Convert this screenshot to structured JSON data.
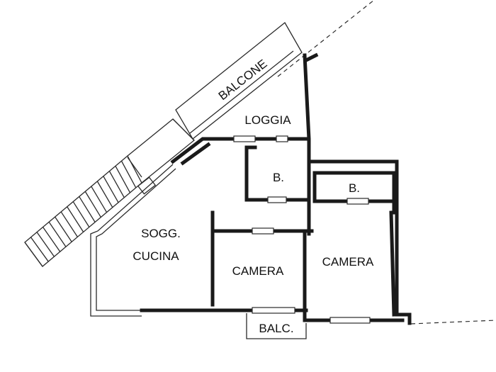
{
  "rooms": {
    "balcone": "BALCONE",
    "loggia": "LOGGIA",
    "bagno_1": "B.",
    "bagno_2": "B.",
    "soggiorno": "SOGG.",
    "cucina": "CUCINA",
    "camera_1": "CAMERA",
    "camera_2": "CAMERA",
    "balc": "BALC."
  }
}
